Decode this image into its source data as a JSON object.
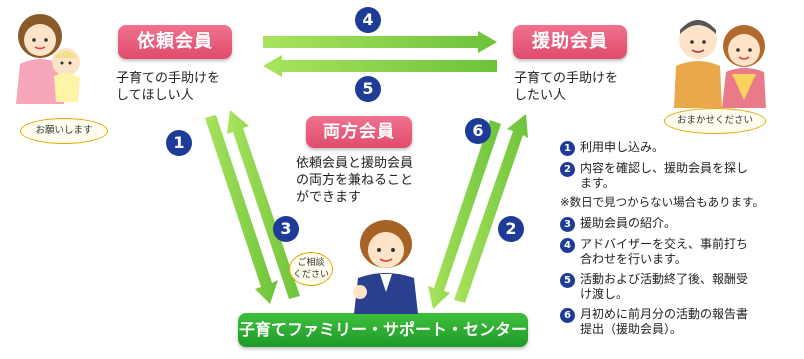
{
  "labels": {
    "irai": "依頼会員",
    "enjo": "援助会員",
    "ryoho": "両方会員",
    "center": "子育てファミリー・サポート・センター"
  },
  "descriptions": {
    "irai": [
      "子育ての手助けを",
      "してほしい人"
    ],
    "enjo": [
      "子育ての手助けを",
      "したい人"
    ],
    "ryoho": [
      "依頼会員と援助会員",
      "の両方を兼ねること",
      "ができます"
    ]
  },
  "bubbles": {
    "irai": "お願いします",
    "enjo": "おまかせください",
    "center": [
      "ご相談",
      "ください"
    ]
  },
  "arrow_numbers": [
    "1",
    "2",
    "3",
    "4",
    "5",
    "6"
  ],
  "legend": [
    {
      "num": "1",
      "text": [
        "利用申し込み。"
      ]
    },
    {
      "num": "2",
      "text": [
        "内容を確認し、援助会員を探し",
        "ます。"
      ]
    },
    {
      "num": "",
      "note": "※数日で見つからない場合もあります。"
    },
    {
      "num": "3",
      "text": [
        "援助会員の紹介。"
      ]
    },
    {
      "num": "4",
      "text": [
        "アドバイザーを交え、事前打ち",
        "合わせを行います。"
      ]
    },
    {
      "num": "5",
      "text": [
        "活動および活動終了後、報酬受",
        "け渡し。"
      ]
    },
    {
      "num": "6",
      "text": [
        "月初めに前月分の活動の報告書",
        "提出（援助会員）。"
      ]
    }
  ],
  "colors": {
    "red_pill": "#e85a7a",
    "green_pill": "#2bab2f",
    "arrow_green": "#8fd84a",
    "number_navy": "#1e3c97"
  }
}
